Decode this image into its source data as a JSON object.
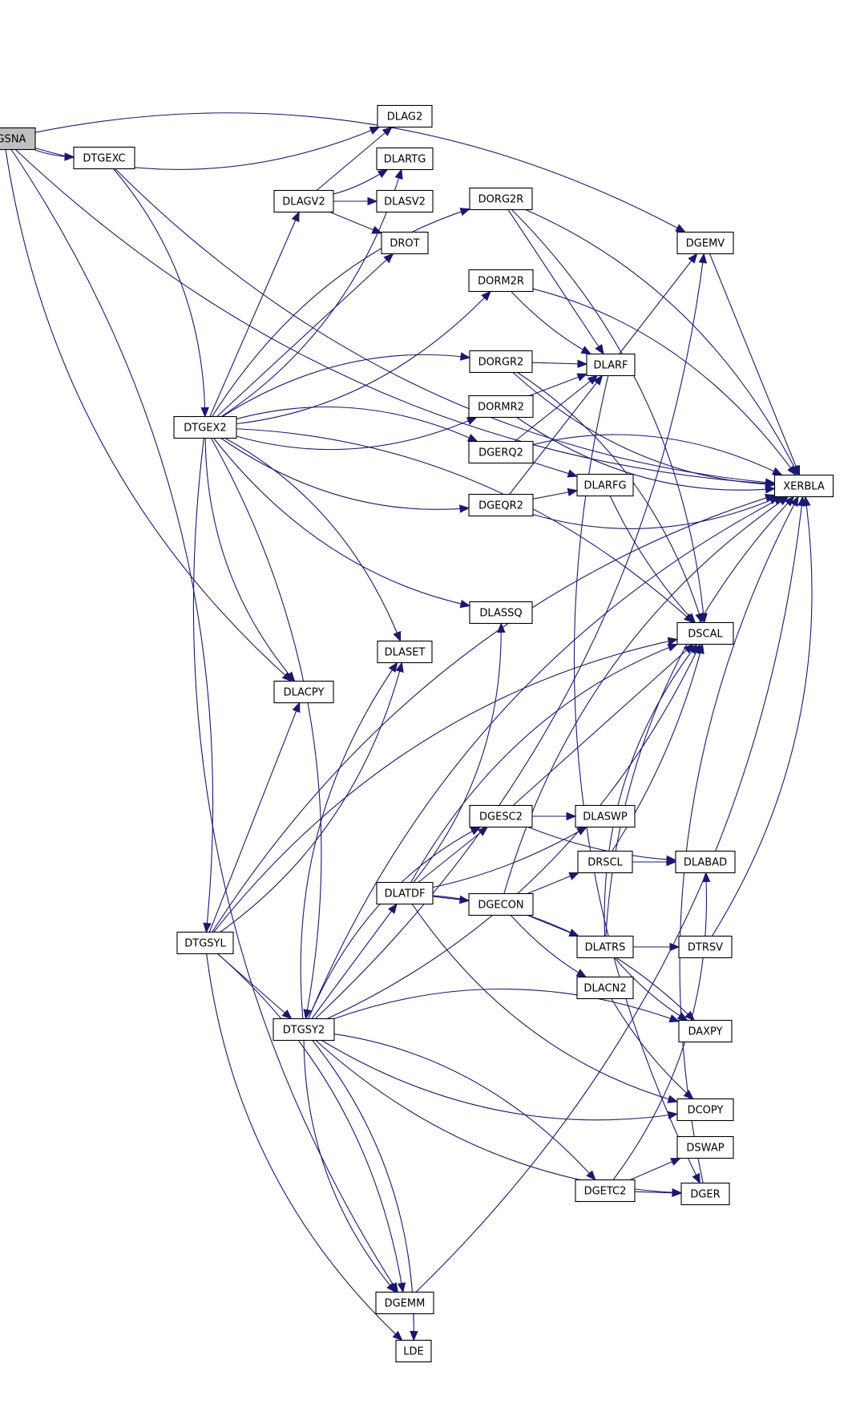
{
  "colors": {
    "edge": "#191970",
    "node_fill": "#ffffff",
    "node_stroke": "#000000",
    "root_fill": "#bfbfbf",
    "background": "#ffffff"
  },
  "root": "DTGSNA",
  "nodes": [
    "DTGSNA",
    "DTGEXC",
    "DTGEX2",
    "DTGSYL",
    "DLAG2",
    "DLARTG",
    "DLAGV2",
    "DLASV2",
    "DROT",
    "DORG2R",
    "DORM2R",
    "DORGR2",
    "DORMR2",
    "DGERQ2",
    "DGEQR2",
    "DLARF",
    "DLARFG",
    "DGEMV",
    "XERBLA",
    "DLASSQ",
    "DSCAL",
    "DLASET",
    "DLACPY",
    "DGESC2",
    "DLASWP",
    "DLATDF",
    "DRSCL",
    "DLABAD",
    "DGECON",
    "DLATRS",
    "DTRSV",
    "DLACN2",
    "DTGSY2",
    "DAXPY",
    "DCOPY",
    "DSWAP",
    "DGETC2",
    "DGER",
    "DGEMM",
    "LDE"
  ],
  "edges": [
    [
      "DTGSNA",
      "XERBLA"
    ],
    [
      "DTGSNA",
      "DGEMV"
    ],
    [
      "DTGSNA",
      "DLAG2"
    ],
    [
      "DTGSNA",
      "DTGEXC"
    ],
    [
      "DTGSNA",
      "DLACPY"
    ],
    [
      "DTGSNA",
      "DTGSYL"
    ],
    [
      "DTGEXC",
      "XERBLA"
    ],
    [
      "DTGEXC",
      "DTGEX2"
    ],
    [
      "DLAGV2",
      "DLAG2"
    ],
    [
      "DLAGV2",
      "DLARTG"
    ],
    [
      "DLAGV2",
      "DLASV2"
    ],
    [
      "DLAGV2",
      "DROT"
    ],
    [
      "DTGEX2",
      "DLARTG"
    ],
    [
      "DTGEX2",
      "DLAGV2"
    ],
    [
      "DTGEX2",
      "DROT"
    ],
    [
      "DTGEX2",
      "DORG2R"
    ],
    [
      "DTGEX2",
      "DORM2R"
    ],
    [
      "DTGEX2",
      "DORGR2"
    ],
    [
      "DTGEX2",
      "DORMR2"
    ],
    [
      "DTGEX2",
      "DGERQ2"
    ],
    [
      "DTGEX2",
      "DGEQR2"
    ],
    [
      "DTGEX2",
      "DSCAL"
    ],
    [
      "DTGEX2",
      "DLASSQ"
    ],
    [
      "DTGEX2",
      "DLASET"
    ],
    [
      "DTGEX2",
      "DLACPY"
    ],
    [
      "DTGEX2",
      "DTGSY2"
    ],
    [
      "DTGEX2",
      "DGEMM"
    ],
    [
      "DORG2R",
      "XERBLA"
    ],
    [
      "DORG2R",
      "DLARF"
    ],
    [
      "DORG2R",
      "DSCAL"
    ],
    [
      "DORM2R",
      "DLARF"
    ],
    [
      "DORM2R",
      "XERBLA"
    ],
    [
      "DORGR2",
      "DLARF"
    ],
    [
      "DORGR2",
      "DSCAL"
    ],
    [
      "DORGR2",
      "XERBLA"
    ],
    [
      "DORMR2",
      "DLARF"
    ],
    [
      "DORMR2",
      "XERBLA"
    ],
    [
      "DGERQ2",
      "DLARF"
    ],
    [
      "DGERQ2",
      "DLARFG"
    ],
    [
      "DGERQ2",
      "XERBLA"
    ],
    [
      "DGEQR2",
      "DLARF"
    ],
    [
      "DGEQR2",
      "DLARFG"
    ],
    [
      "DGEQR2",
      "XERBLA"
    ],
    [
      "DLARF",
      "DGEMV"
    ],
    [
      "DLARF",
      "DGER"
    ],
    [
      "DLARFG",
      "DSCAL"
    ],
    [
      "DGEMV",
      "XERBLA"
    ],
    [
      "DTGSYL",
      "DLACPY"
    ],
    [
      "DTGSYL",
      "DLASET"
    ],
    [
      "DTGSYL",
      "DSCAL"
    ],
    [
      "DTGSYL",
      "DTGSY2"
    ],
    [
      "DTGSYL",
      "DGEMM"
    ],
    [
      "DTGSYL",
      "LDE"
    ],
    [
      "DTGSYL",
      "XERBLA"
    ],
    [
      "DTGSY2",
      "DGEMV"
    ],
    [
      "DTGSY2",
      "DLASET"
    ],
    [
      "DTGSY2",
      "DSCAL"
    ],
    [
      "DTGSY2",
      "DGESC2"
    ],
    [
      "DTGSY2",
      "DLATDF"
    ],
    [
      "DTGSY2",
      "DAXPY"
    ],
    [
      "DTGSY2",
      "DCOPY"
    ],
    [
      "DTGSY2",
      "DGETC2"
    ],
    [
      "DTGSY2",
      "DGER"
    ],
    [
      "DTGSY2",
      "XERBLA"
    ],
    [
      "DTGSY2",
      "DGEMM"
    ],
    [
      "DTGSY2",
      "LDE"
    ],
    [
      "DLATDF",
      "DLASSQ"
    ],
    [
      "DLATDF",
      "DSCAL"
    ],
    [
      "DLATDF",
      "DGESC2"
    ],
    [
      "DLATDF",
      "DLASWP"
    ],
    [
      "DLATDF",
      "DGECON"
    ],
    [
      "DLATDF",
      "DAXPY"
    ],
    [
      "DLATDF",
      "DCOPY"
    ],
    [
      "DGESC2",
      "DSCAL"
    ],
    [
      "DGESC2",
      "DLASWP"
    ],
    [
      "DGESC2",
      "DLABAD"
    ],
    [
      "DGECON",
      "DRSCL"
    ],
    [
      "DGECON",
      "DLATRS"
    ],
    [
      "DGECON",
      "DLACN2"
    ],
    [
      "DGECON",
      "XERBLA"
    ],
    [
      "DRSCL",
      "DLABAD"
    ],
    [
      "DRSCL",
      "DSCAL"
    ],
    [
      "DLATRS",
      "DTRSV"
    ],
    [
      "DLATRS",
      "DSCAL"
    ],
    [
      "DLATRS",
      "DAXPY"
    ],
    [
      "DLATRS",
      "XERBLA"
    ],
    [
      "DTRSV",
      "XERBLA"
    ],
    [
      "DLACN2",
      "DCOPY"
    ],
    [
      "DGETC2",
      "DSWAP"
    ],
    [
      "DGETC2",
      "DGER"
    ],
    [
      "DGETC2",
      "DLABAD"
    ],
    [
      "DGER",
      "XERBLA"
    ],
    [
      "DGEMM",
      "XERBLA"
    ]
  ]
}
